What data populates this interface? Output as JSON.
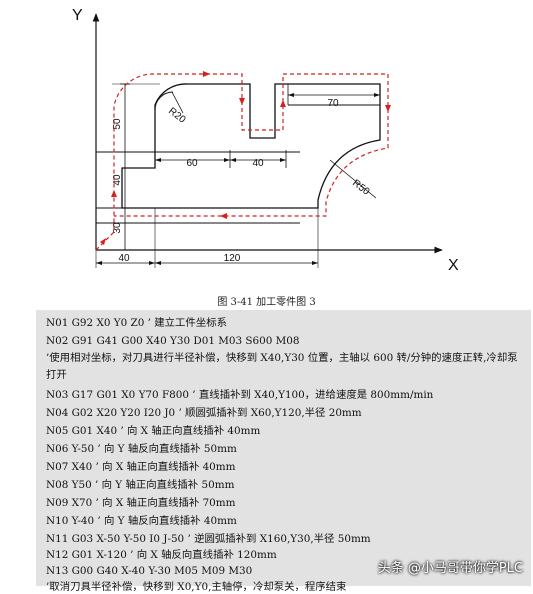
{
  "axes": {
    "y_label": "Y",
    "x_label": "X"
  },
  "dimensions": {
    "r20": "R20",
    "r50": "R50",
    "d70": "70",
    "d60": "60",
    "d40_mid": "40",
    "v50": "50",
    "v40": "40",
    "v30": "30",
    "b40": "40",
    "b120": "120"
  },
  "caption": "图 3-41 加工零件图 3",
  "program": [
    "N01 G92 X0 Y0 Z0   ’ 建立工件坐标系",
    "N02 G91 G41 G00 X40 Y30 D01 M03 S600 M08",
    "’使用相对坐标，对刀具进行半径补偿，快移到 X40,Y30 位置，主轴以 600 转/分钟的速度正转,冷却泵打开",
    "N03 G17 G01 X0 Y70 F800 ’ 直线插补到 X40,Y100，进给速度是 800mm/min",
    "N04 G02 X20 Y20 I20 J0 ’ 顺圆弧插补到 X60,Y120,半径 20mm",
    "N05 G01 X40     ’ 向 X 轴正向直线插补 40mm",
    "N06 Y-50 ’ 向 Y 轴反向直线插补 50mm",
    "N07 X40       ’ 向 X 轴正向直线插补 40mm",
    "N08 Y50       ’ 向 Y 轴正向直线插补 50mm",
    "N09 X70       ’ 向 X 轴正向直线插补 70mm",
    "N10 Y-40      ’ 向 Y 轴反向直线插补 40mm",
    "N11 G03 X-50 Y-50 I0 J-50  ’ 逆圆弧插补到 X160,Y30,半径 50mm",
    "N12 G01 X-120        ’ 向 X 轴反向直线插补 120mm",
    "N13 G00 G40 X-40 Y-30 M05 M09 M30",
    "’取消刀具半径补偿，快移到 X0,Y0,主轴停，冷却泵关，程序结束"
  ],
  "watermark": "头条 @小马哥带你学PLC",
  "colors": {
    "part_line": "#111111",
    "tool_path": "#d42020",
    "code_bg": "#e2e2e2"
  }
}
